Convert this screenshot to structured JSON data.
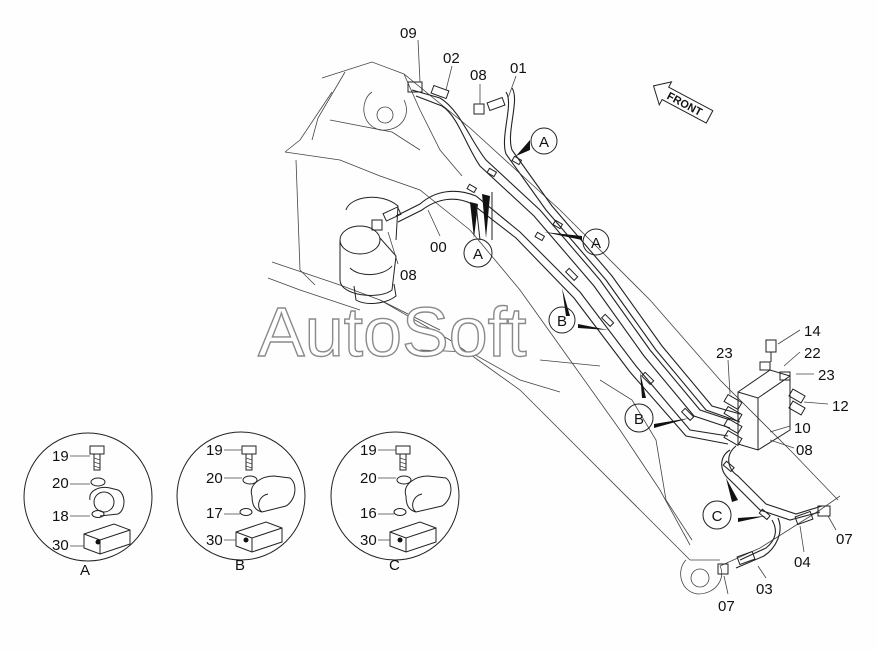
{
  "watermark": "AutoSoft",
  "front_label": "FRONT",
  "callouts": {
    "p09": "09",
    "p02": "02",
    "p08_top": "08",
    "p01": "01",
    "p00": "00",
    "p08_left": "08",
    "p14": "14",
    "p22": "22",
    "p23_left": "23",
    "p23_right": "23",
    "p12": "12",
    "p10": "10",
    "p08_right": "08",
    "p07_right": "07",
    "p04": "04",
    "p03": "03",
    "p07_bottom": "07"
  },
  "section_markers": {
    "a1": "A",
    "a2": "A",
    "a3": "A",
    "b1": "B",
    "b2": "B",
    "c1": "C"
  },
  "details": [
    {
      "letter": "A",
      "parts": [
        "19",
        "20",
        "18",
        "30"
      ]
    },
    {
      "letter": "B",
      "parts": [
        "19",
        "20",
        "17",
        "30"
      ]
    },
    {
      "letter": "C",
      "parts": [
        "19",
        "20",
        "16",
        "30"
      ]
    }
  ]
}
